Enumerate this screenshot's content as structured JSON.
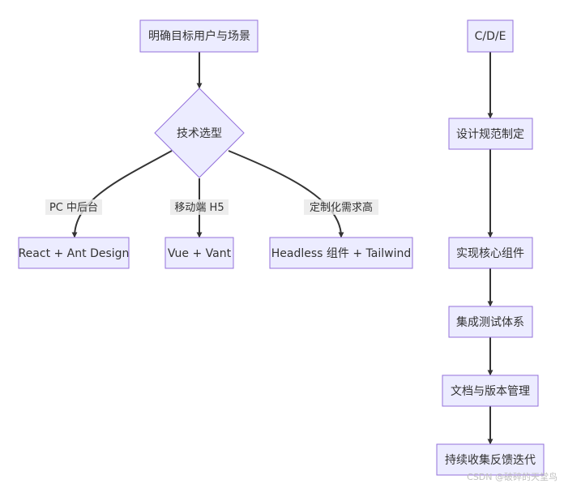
{
  "nodes": {
    "goal": "明确目标用户与场景",
    "tech": "技术选型",
    "react": "React + Ant Design",
    "vue": "Vue + Vant",
    "headless": "Headless 组件 + Tailwind",
    "cde": "C/D/E",
    "spec": "设计规范制定",
    "core": "实现核心组件",
    "test": "集成测试体系",
    "docs": "文档与版本管理",
    "feedback": "持续收集反馈迭代"
  },
  "edge_labels": {
    "pc": "PC 中后台",
    "mobile": "移动端 H5",
    "custom": "定制化需求高"
  },
  "watermark": "CSDN @破碎的天堂鸟",
  "colors": {
    "node_fill": "#ECECFF",
    "node_stroke": "#9370DB",
    "edge": "#333333",
    "text": "#333333"
  }
}
